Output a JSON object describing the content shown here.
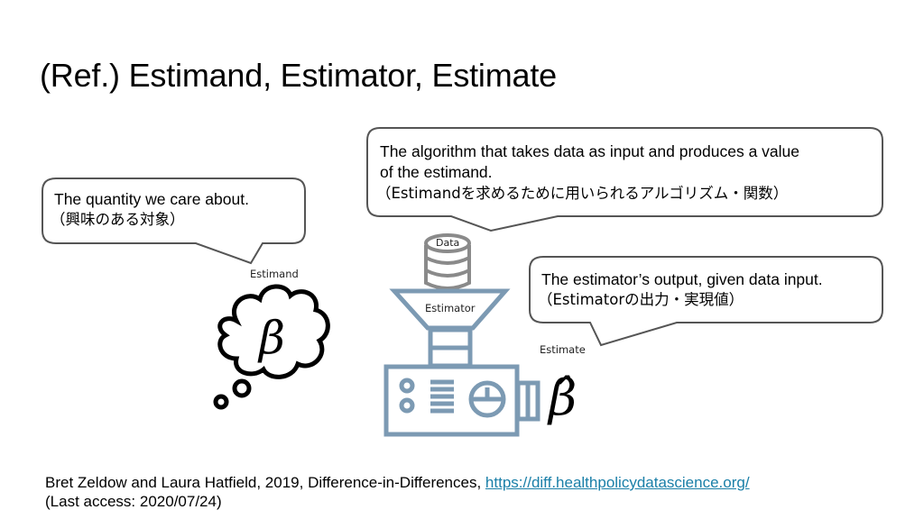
{
  "slide": {
    "title": "(Ref.) Estimand, Estimator, Estimate"
  },
  "bubbles": {
    "estimand": {
      "line1": "The quantity we care about.",
      "line2": "（興味のある対象）"
    },
    "estimator": {
      "line1": "The algorithm that takes data as input and produces a value",
      "line2": "of the estimand.",
      "line3": "（Estimandを求めるために用いられるアルゴリズム・関数）"
    },
    "estimate": {
      "line1": "The estimator’s output, given data input.",
      "line2": "（Estimatorの出力・実現値）"
    }
  },
  "figure": {
    "estimand_label": "Estimand",
    "estimand_symbol": "β",
    "data_label": "Data",
    "estimator_label": "Estimator",
    "estimate_label": "Estimate",
    "estimate_symbol": "β̂",
    "machine_color": "#7c9ab3"
  },
  "footer": {
    "citation": "Bret Zeldow and Laura Hatfield, 2019, Difference-in-Differences, ",
    "link_text": "https://diff.healthpolicydatascience.org/",
    "last_access": "(Last access: 2020/07/24)",
    "link_color": "#1a7fa8"
  }
}
